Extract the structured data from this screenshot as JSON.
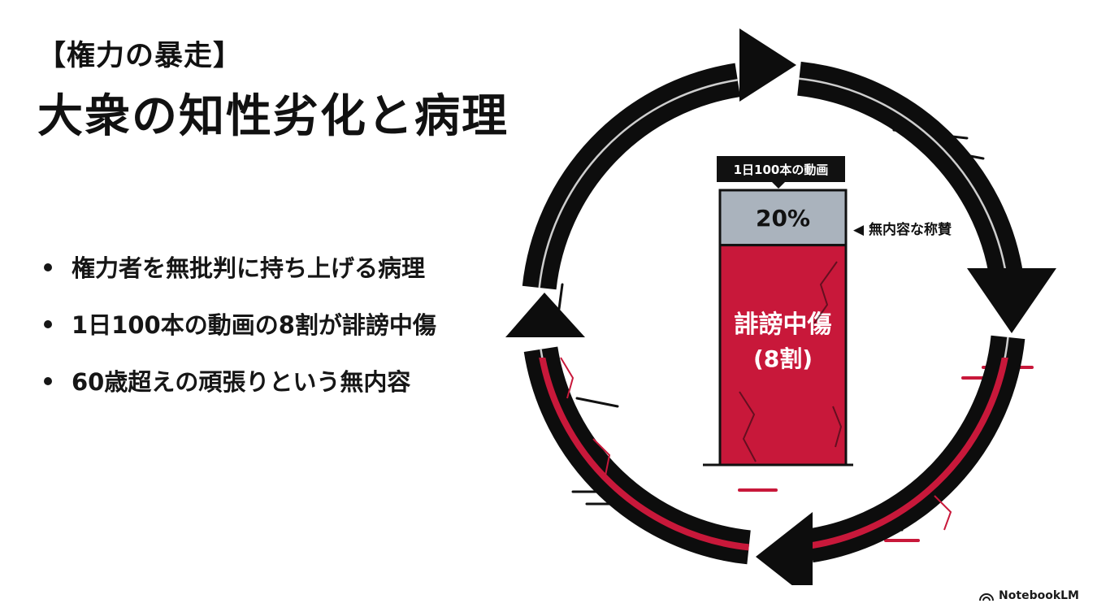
{
  "header": {
    "kicker": "【権力の暴走】",
    "title": "大衆の知性劣化と病理"
  },
  "bullets": [
    "権力者を無批判に持ち上げる病理",
    "1日100本の動画の8割が誹謗中傷",
    "60歳超えの頑張りという無内容"
  ],
  "diagram": {
    "bar_header": "1日100本の動画",
    "segments": [
      {
        "label": "20%",
        "value": 20,
        "color": "#aab3bd"
      },
      {
        "label": "誹謗中傷",
        "sublabel": "(8割)",
        "value": 80,
        "color": "#c8183a"
      }
    ],
    "side_note": "◀ 無内容な称賛",
    "cycle_icon": "circular-arrows-icon"
  },
  "colors": {
    "accent_red": "#c8183a",
    "neutral_gray": "#aab3bd",
    "ink": "#111111"
  },
  "branding": {
    "name": "NotebookLM",
    "icon": "notebooklm-logo-icon"
  }
}
